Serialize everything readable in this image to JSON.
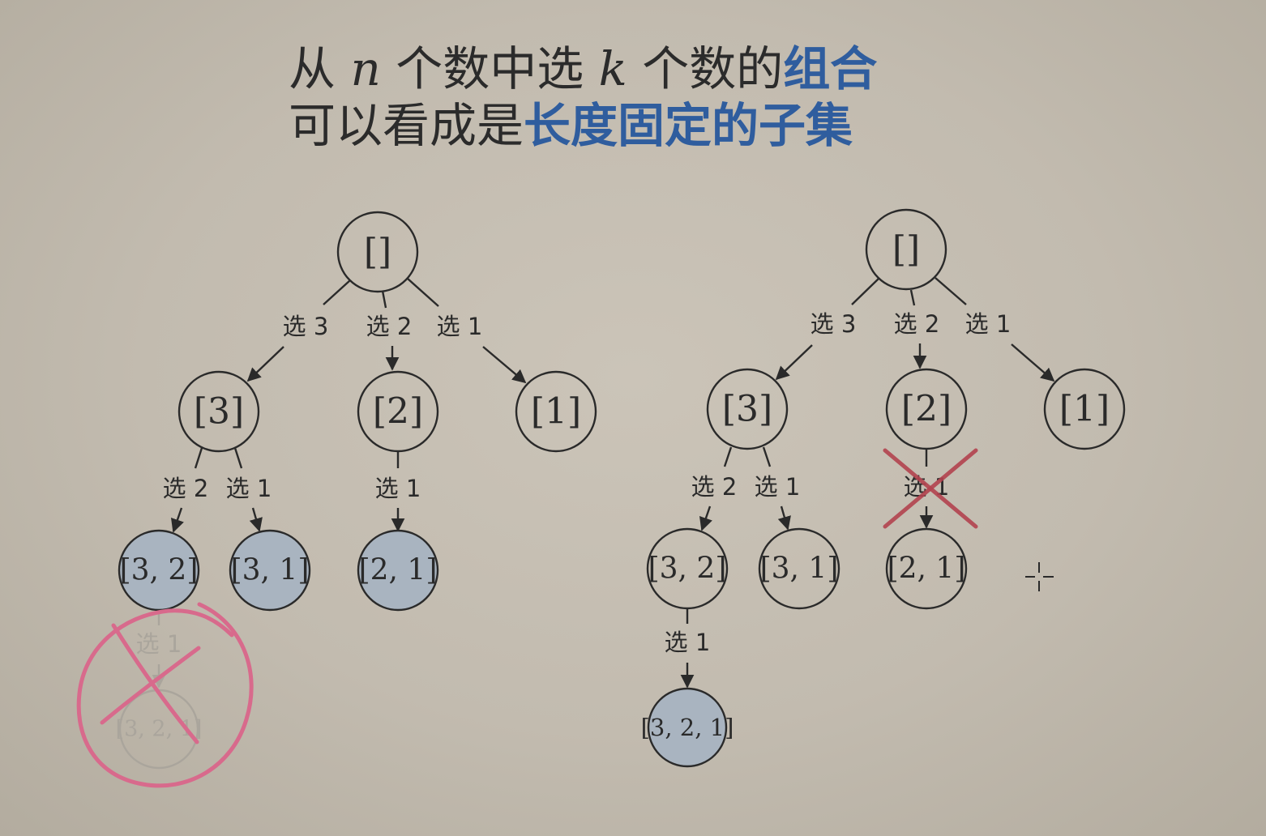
{
  "title": {
    "line1": {
      "p1": "从 ",
      "n": "n",
      "p2": " 个数中选 ",
      "k": "k",
      "p3": " 个数的",
      "hl": "组合"
    },
    "line2": {
      "p1": "可以看成是",
      "hl": "长度固定的子集"
    }
  },
  "colors": {
    "highlight": "#2f5d9e",
    "node_fill": "#a9b4c0",
    "cross": "#b3434f",
    "circle_mark": "#d86a8c"
  },
  "trees": {
    "left": {
      "nodes": {
        "root": "[]",
        "n3": "[3]",
        "n2": "[2]",
        "n1": "[1]",
        "n32": "[3, 2]",
        "n31": "[3, 1]",
        "n21": "[2, 1]",
        "n321": "[3, 2, 1]"
      },
      "edges": {
        "root_3": "选 3",
        "root_2": "选 2",
        "root_1": "选 1",
        "n3_2": "选 2",
        "n3_1": "选 1",
        "n2_1": "选 1",
        "n32_1": "选 1"
      }
    },
    "right": {
      "nodes": {
        "root": "[]",
        "n3": "[3]",
        "n2": "[2]",
        "n1": "[1]",
        "n32": "[3, 2]",
        "n31": "[3, 1]",
        "n21": "[2, 1]",
        "n321": "[3, 2, 1]"
      },
      "edges": {
        "root_3": "选 3",
        "root_2": "选 2",
        "root_1": "选 1",
        "n3_2": "选 2",
        "n3_1": "选 1",
        "n2_1": "选 1",
        "n32_1": "选 1"
      }
    }
  }
}
